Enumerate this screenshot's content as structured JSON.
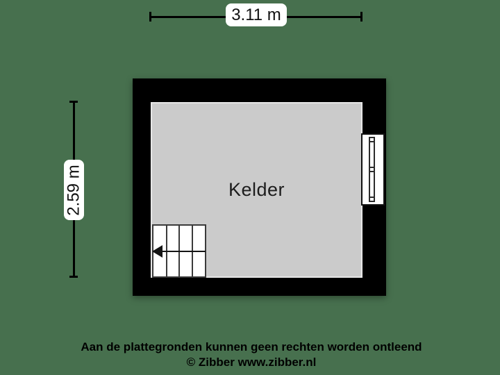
{
  "background_color": "#47704E",
  "floorplan": {
    "room": {
      "label": "Kelder"
    },
    "dimensions": {
      "width_label": "3.11 m",
      "height_label": "2.59 m"
    },
    "features": {
      "window": "window-on-right-wall",
      "stairs": "staircase-with-left-direction-arrow"
    },
    "colors": {
      "wall": "#000000",
      "room_fill": "#CBCBCB",
      "symbol_fill": "#FFFFFF",
      "line": "#000000"
    }
  },
  "footer": {
    "disclaimer": "Aan de plattegronden kunnen geen rechten worden ontleend",
    "copyright": "© Zibber www.zibber.nl"
  }
}
